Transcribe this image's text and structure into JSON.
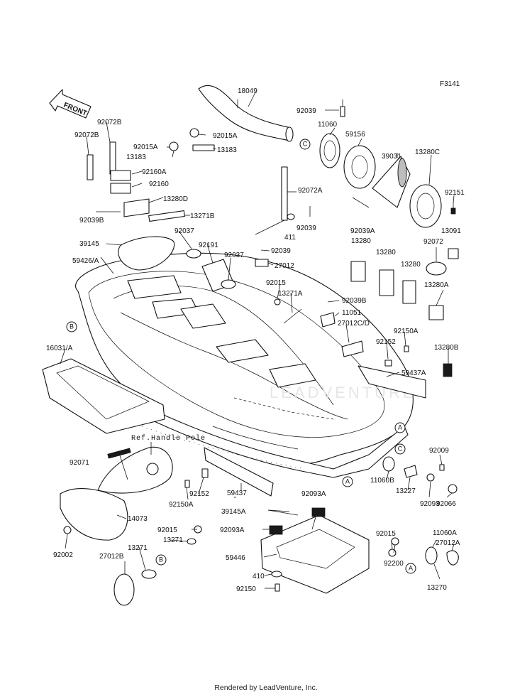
{
  "figure_code": "F3141",
  "front_label": "FRONT",
  "ref_note": "Ref.Handle Pole",
  "footer": "Rendered by LeadVenture, Inc.",
  "watermark": "LEADVENTURE",
  "callouts": {
    "A": "A",
    "B": "B",
    "C": "C"
  },
  "parts": [
    "18049",
    "92039",
    "11060",
    "59156",
    "39031",
    "13280C",
    "92151",
    "13091",
    "92072B",
    "92072B",
    "92015A",
    "92015A",
    "13183",
    "13183",
    "92160A",
    "92160",
    "13280D",
    "92039B",
    "13271B",
    "92072A",
    "92039A",
    "411",
    "92039",
    "92037",
    "92191",
    "92037",
    "39145",
    "59426/A",
    "92039",
    "27012",
    "92015",
    "13271A",
    "92039B",
    "11051",
    "27012C/D",
    "13280",
    "13280",
    "13280",
    "92072",
    "13280A",
    "92150A",
    "92152",
    "13280B",
    "16031/A",
    "59437A",
    "92071",
    "92009",
    "11060B",
    "13227",
    "92093",
    "92066",
    "92152",
    "92150A",
    "59437",
    "14073",
    "92093A",
    "39145A",
    "92093A",
    "92015",
    "11060A",
    "27012A",
    "92015",
    "13271",
    "92002",
    "27012B",
    "13271",
    "59446",
    "92200",
    "13270",
    "410",
    "92150"
  ]
}
